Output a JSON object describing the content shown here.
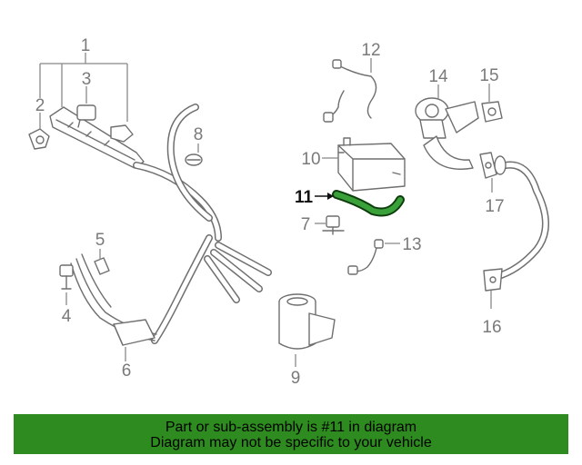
{
  "callouts": {
    "c1": "1",
    "c2": "2",
    "c3": "3",
    "c4": "4",
    "c5": "5",
    "c6": "6",
    "c7": "7",
    "c8": "8",
    "c9": "9",
    "c10": "10",
    "c11": "11",
    "c12": "12",
    "c13": "13",
    "c14": "14",
    "c15": "15",
    "c16": "16",
    "c17": "17"
  },
  "highlight_part": "11",
  "colors": {
    "banner": "#2e8b1f",
    "highlight": "#3aa03a",
    "line_art": "#6f6f6f"
  },
  "banner": {
    "line1": "Part or sub-assembly is #11 in diagram",
    "line2": "Diagram may not be specific to your vehicle"
  }
}
